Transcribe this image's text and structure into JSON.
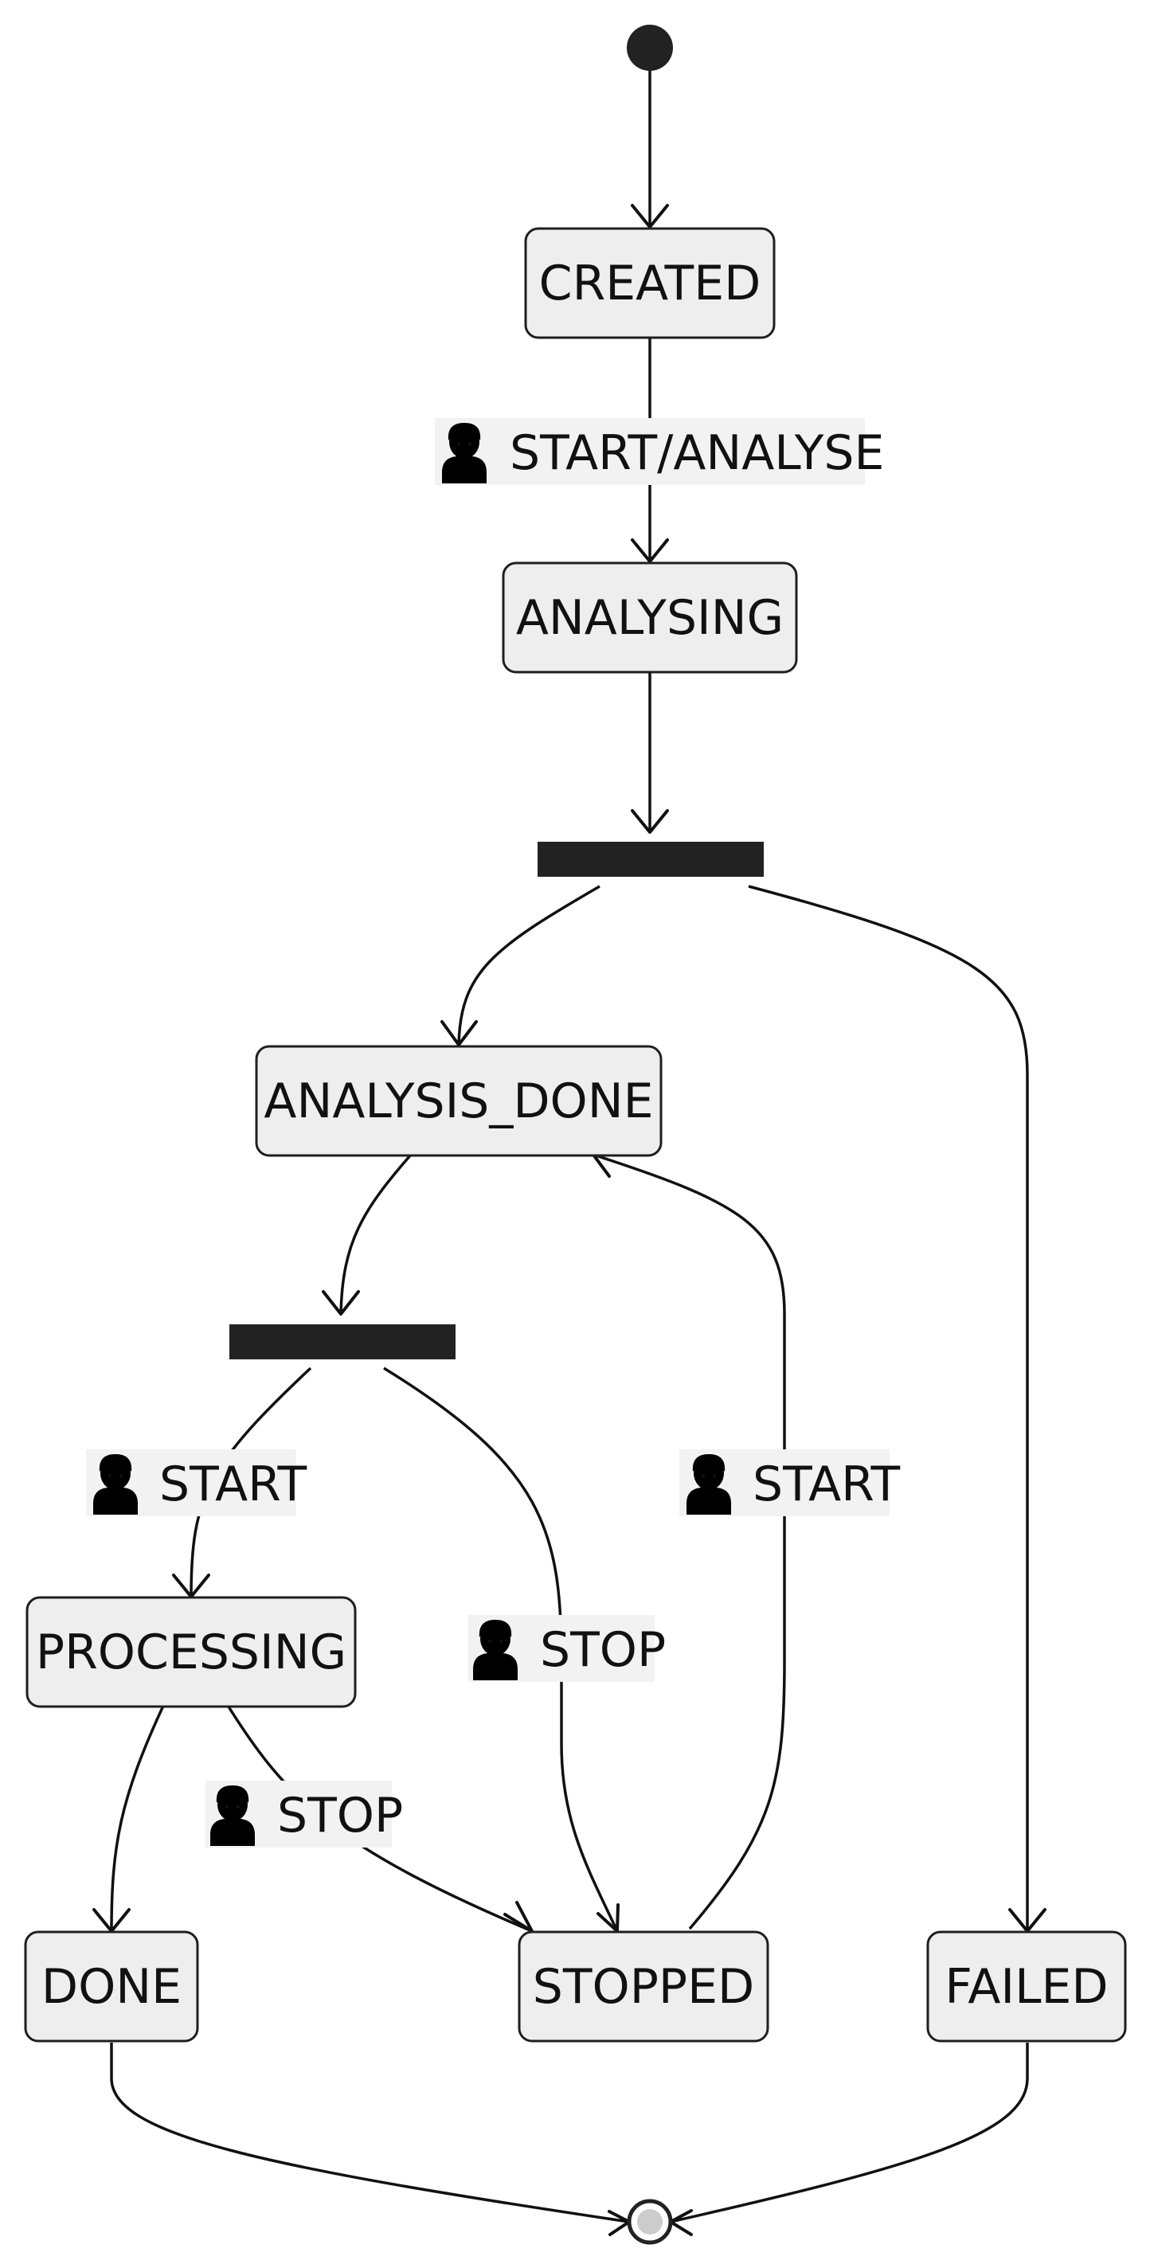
{
  "diagram": {
    "states": {
      "created": "CREATED",
      "analysing": "ANALYSING",
      "analysis_done": "ANALYSIS_DONE",
      "processing": "PROCESSING",
      "done": "DONE",
      "stopped": "STOPPED",
      "failed": "FAILED"
    },
    "transitions": {
      "created_to_analysing": "START/ANALYSE",
      "fork_to_processing": "START",
      "fork_to_stopped": "STOP",
      "processing_to_stopped": "STOP",
      "stopped_to_analysis_done": "START"
    },
    "icons": {
      "actor": "person-icon"
    },
    "colors": {
      "state_fill": "#eeeeee",
      "bar_fill": "#222222",
      "stroke": "#111111"
    }
  }
}
